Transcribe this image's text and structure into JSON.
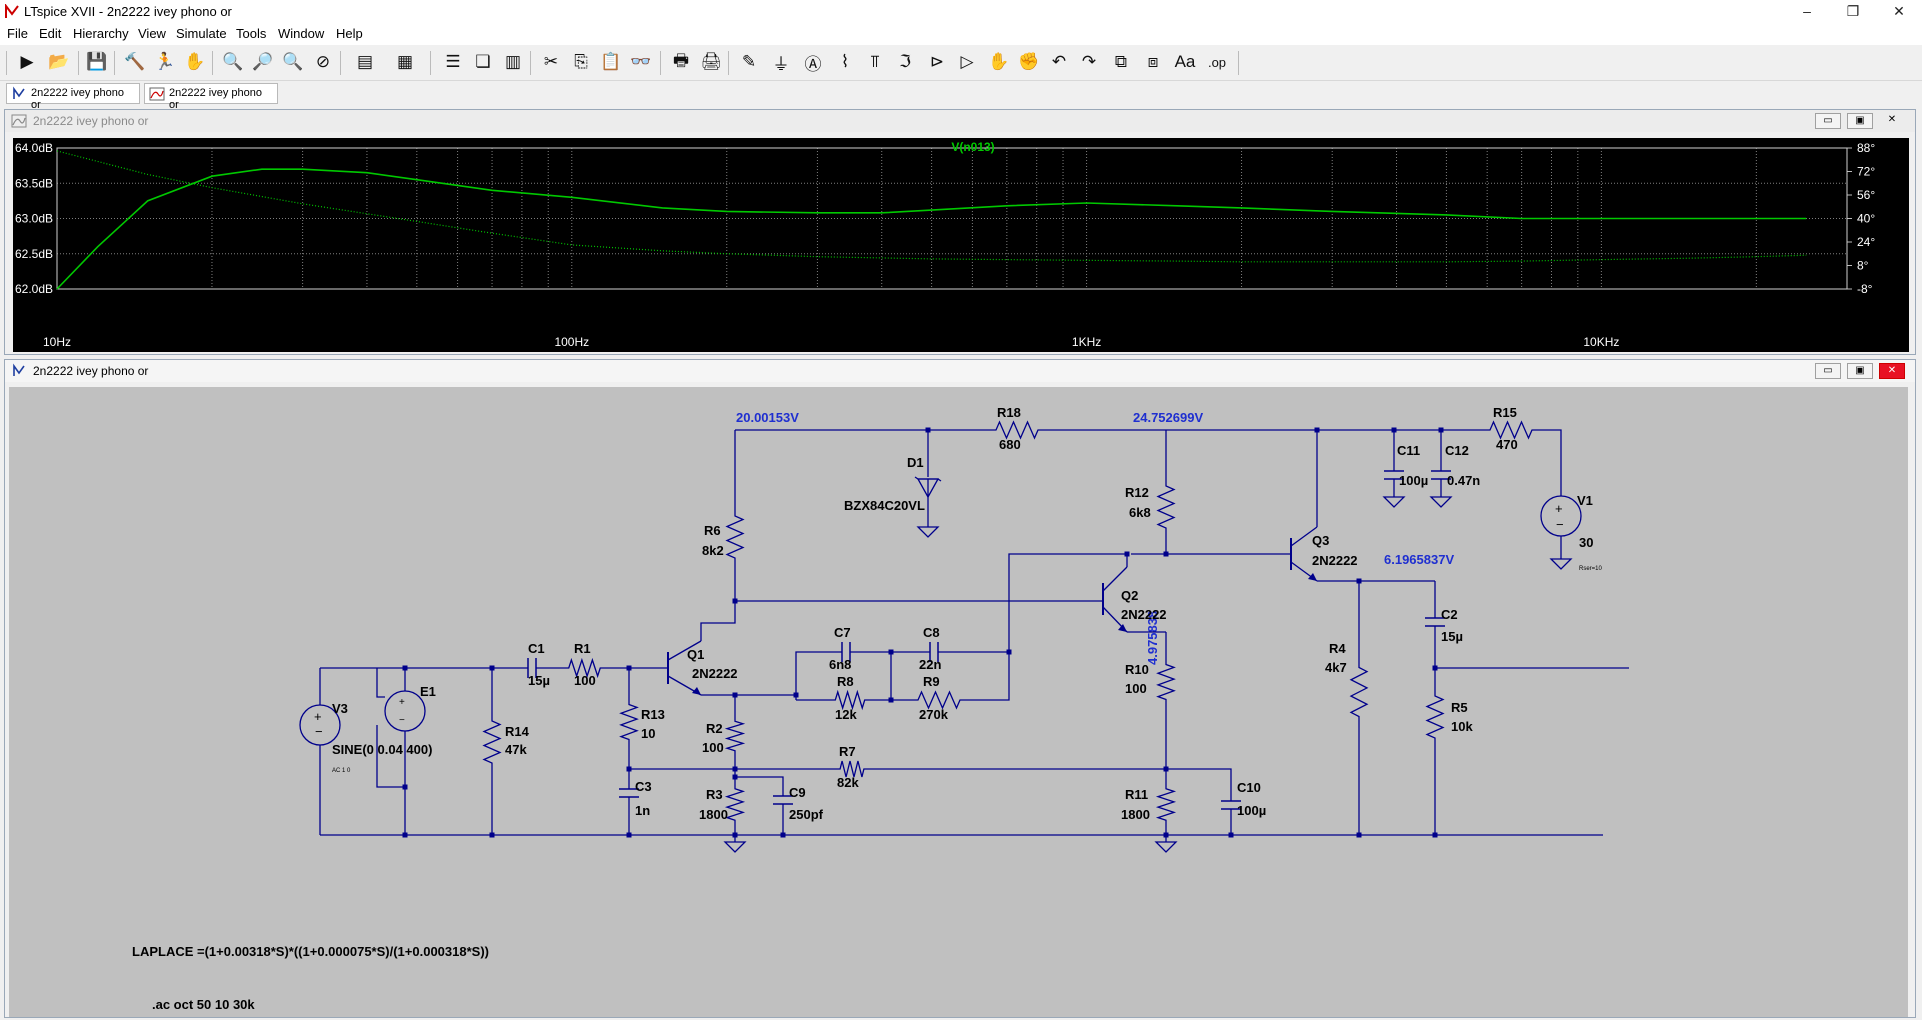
{
  "window": {
    "title": "LTspice XVII - 2n2222 ivey phono or",
    "minimize": "–",
    "restore": "❐",
    "close": "✕"
  },
  "menu": [
    "File",
    "Edit",
    "Hierarchy",
    "View",
    "Simulate",
    "Tools",
    "Window",
    "Help"
  ],
  "tabs": [
    {
      "label": "2n2222 ivey phono or",
      "icon": "schematic-icon"
    },
    {
      "label": "2n2222 ivey phono or",
      "icon": "waveform-icon"
    }
  ],
  "plot_window": {
    "title": "2n2222 ivey phono or",
    "trace_label": "V(n013)",
    "bg": "#000000",
    "trace_color": "#00c800"
  },
  "schematic_window": {
    "title": "2n2222 ivey phono or"
  },
  "chart_data": {
    "type": "line",
    "x_scale": "log",
    "xlim": [
      10,
      30000
    ],
    "x_ticks": [
      "10Hz",
      "100Hz",
      "1KHz",
      "10KHz"
    ],
    "y_left_ticks": [
      "64.0dB",
      "63.5dB",
      "63.0dB",
      "62.5dB",
      "62.0dB"
    ],
    "ylim_left": [
      62.0,
      64.0
    ],
    "y_right_ticks": [
      "88°",
      "72°",
      "56°",
      "40°",
      "24°",
      "8°",
      "-8°"
    ],
    "ylim_right": [
      -8,
      88
    ],
    "grid": true,
    "series": [
      {
        "name": "V(n013)",
        "axis": "left",
        "style": "solid",
        "x": [
          10,
          12,
          15,
          20,
          25,
          30,
          40,
          50,
          70,
          100,
          150,
          200,
          300,
          400,
          500,
          700,
          1000,
          1500,
          2000,
          3000,
          5000,
          7000,
          10000,
          15000,
          20000,
          25000
        ],
        "values": [
          62.0,
          62.6,
          63.25,
          63.6,
          63.7,
          63.7,
          63.65,
          63.55,
          63.4,
          63.3,
          63.15,
          63.1,
          63.08,
          63.08,
          63.12,
          63.18,
          63.22,
          63.18,
          63.15,
          63.1,
          63.05,
          63.0,
          63.0,
          63.0,
          63.0,
          63.0
        ]
      },
      {
        "name": "phase",
        "axis": "right",
        "style": "dotted",
        "x": [
          10,
          15,
          20,
          30,
          50,
          70,
          100,
          150,
          200,
          300,
          500,
          700,
          1000,
          1500,
          2000,
          3000,
          5000,
          7000,
          10000,
          15000,
          20000,
          25000
        ],
        "values": [
          86,
          70,
          61,
          50,
          38,
          30,
          22,
          18,
          16,
          14,
          12.5,
          12,
          11.5,
          11,
          10.5,
          10.5,
          10.5,
          11,
          12,
          13,
          14,
          15
        ]
      }
    ]
  },
  "schematic": {
    "node_voltages": [
      "20.00153V",
      "24.752699V",
      "6.1965837V",
      "4.975838"
    ],
    "components": [
      {
        "ref": "R18",
        "value": "680"
      },
      {
        "ref": "R15",
        "value": "470"
      },
      {
        "ref": "D1",
        "value": "BZX84C20VL"
      },
      {
        "ref": "R12",
        "value": "6k8"
      },
      {
        "ref": "C11",
        "value": "100µ"
      },
      {
        "ref": "C12",
        "value": "0.47n"
      },
      {
        "ref": "V1",
        "value": "30"
      },
      {
        "ref": "R6",
        "value": "8k2"
      },
      {
        "ref": "Q3",
        "value": "2N2222"
      },
      {
        "ref": "Q2",
        "value": "2N2222"
      },
      {
        "ref": "Q1",
        "value": "2N2222"
      },
      {
        "ref": "R4",
        "value": "4k7"
      },
      {
        "ref": "C2",
        "value": "15µ"
      },
      {
        "ref": "C7",
        "value": "6n8"
      },
      {
        "ref": "C8",
        "value": "22n"
      },
      {
        "ref": "R8",
        "value": "12k"
      },
      {
        "ref": "R9",
        "value": "270k"
      },
      {
        "ref": "R10",
        "value": "100"
      },
      {
        "ref": "C1",
        "value": "15µ"
      },
      {
        "ref": "R1",
        "value": "100"
      },
      {
        "ref": "E1",
        "value": ""
      },
      {
        "ref": "V3",
        "value": "SINE(0 0.04 400)"
      },
      {
        "ref": "R14",
        "value": "47k"
      },
      {
        "ref": "R13",
        "value": "10"
      },
      {
        "ref": "R2",
        "value": "100"
      },
      {
        "ref": "R7",
        "value": "82k"
      },
      {
        "ref": "R5",
        "value": "10k"
      },
      {
        "ref": "C3",
        "value": "1n"
      },
      {
        "ref": "R3",
        "value": "1800"
      },
      {
        "ref": "C9",
        "value": "250pf"
      },
      {
        "ref": "R11",
        "value": "1800"
      },
      {
        "ref": "C10",
        "value": "100µ"
      }
    ],
    "v3_ac": "AC 1 0",
    "v1_rser": "Rser=10",
    "laplace": "LAPLACE =(1+0.00318*S)*((1+0.000075*S)/(1+0.000318*S))",
    "directive": ".ac oct 50 10 30k"
  }
}
